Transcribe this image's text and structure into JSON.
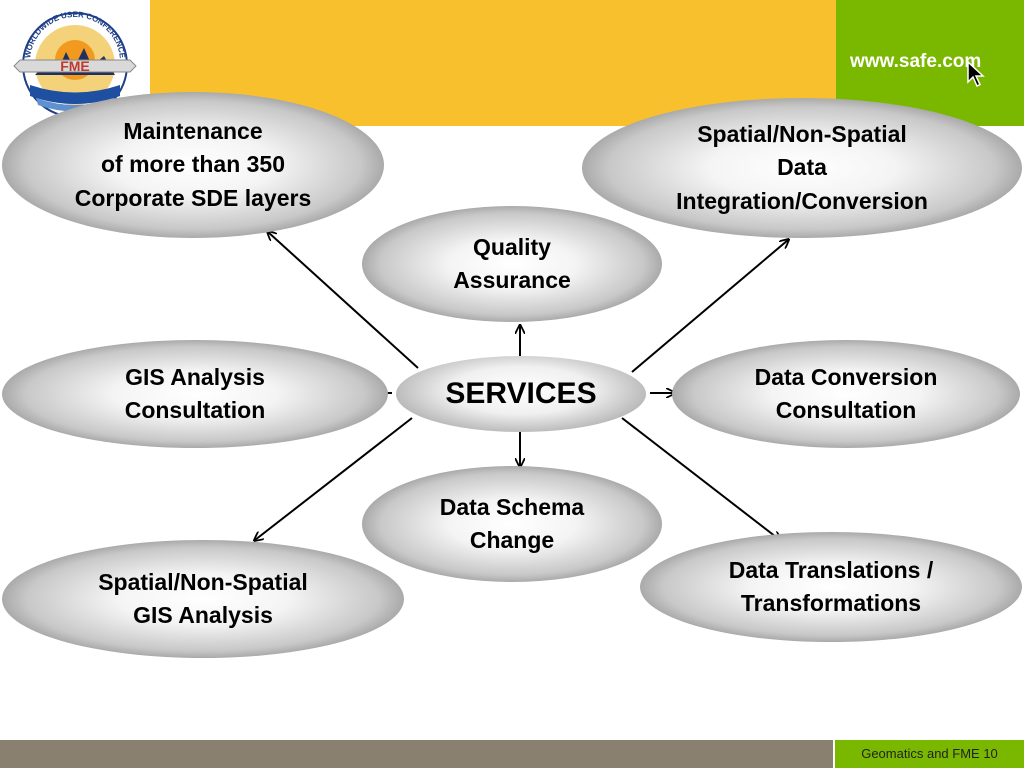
{
  "header": {
    "url": "www.safe.com",
    "logo_text": "WORLDWIDE USER CONFERENCE",
    "logo_mark": "FME"
  },
  "diagram": {
    "center": "SERVICES",
    "nodes": {
      "maintenance": "Maintenance\nof more than 350\nCorporate SDE layers",
      "integration": "Spatial/Non-Spatial\nData\nIntegration/Conversion",
      "quality": "Quality\nAssurance",
      "gis_consult": "GIS Analysis\nConsultation",
      "conv_consult": "Data Conversion\nConsultation",
      "schema": "Data Schema\nChange",
      "gis_analysis": "Spatial/Non-Spatial\nGIS Analysis",
      "translations": "Data Translations /\nTransformations"
    }
  },
  "footer": {
    "text": "Geomatics and FME 10"
  },
  "colors": {
    "gold": "#f9c02e",
    "green": "#7ab800",
    "footer_gray": "#8a8070"
  }
}
